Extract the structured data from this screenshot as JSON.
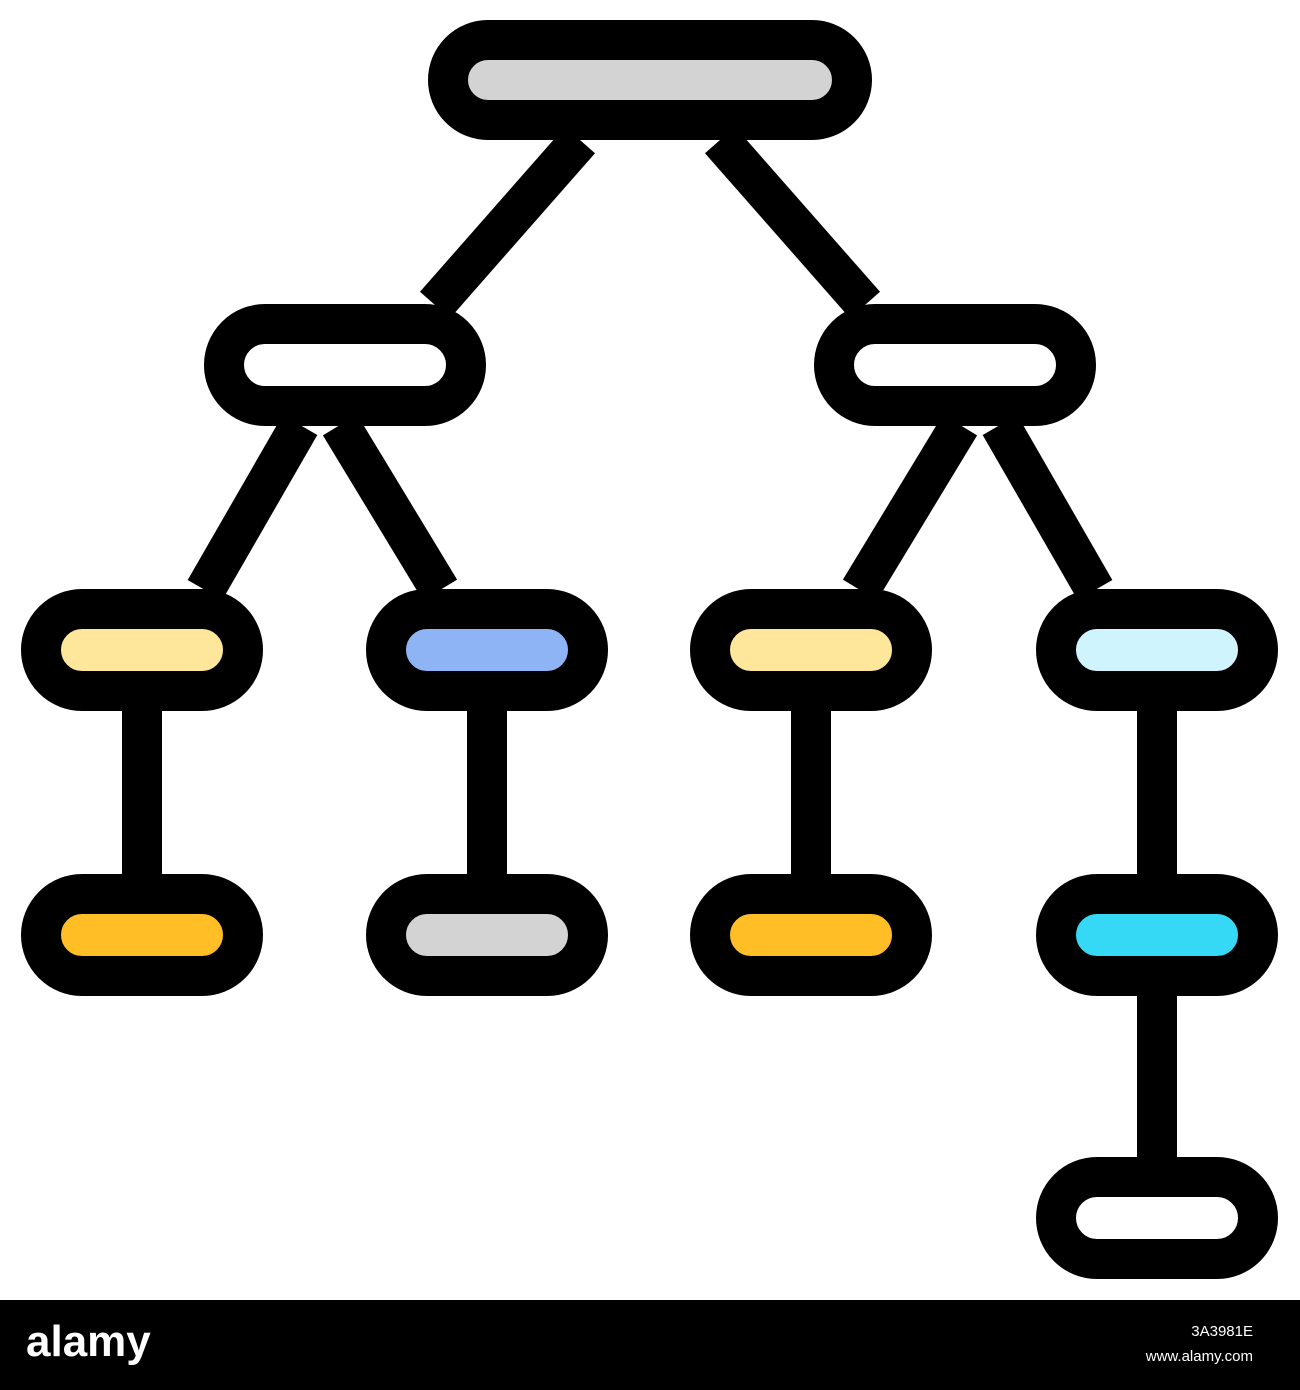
{
  "icon": {
    "name": "hierarchy-tree-icon",
    "outline_color": "#000000",
    "nodes": [
      {
        "id": "root",
        "fill": "#d3d3d3"
      },
      {
        "id": "level1-left",
        "fill": "#ffffff"
      },
      {
        "id": "level1-right",
        "fill": "#ffffff"
      },
      {
        "id": "level2-a",
        "fill": "#fee79b"
      },
      {
        "id": "level2-b",
        "fill": "#8fb4f5"
      },
      {
        "id": "level2-c",
        "fill": "#fee79b"
      },
      {
        "id": "level2-d",
        "fill": "#d0f4fd"
      },
      {
        "id": "level3-a",
        "fill": "#ffbd26"
      },
      {
        "id": "level3-b",
        "fill": "#d3d3d3"
      },
      {
        "id": "level3-c",
        "fill": "#ffbd26"
      },
      {
        "id": "level3-d",
        "fill": "#35d8f5"
      },
      {
        "id": "level4-d",
        "fill": "#ffffff"
      }
    ],
    "edges": [
      [
        "root",
        "level1-left"
      ],
      [
        "root",
        "level1-right"
      ],
      [
        "level1-left",
        "level2-a"
      ],
      [
        "level1-left",
        "level2-b"
      ],
      [
        "level1-right",
        "level2-c"
      ],
      [
        "level1-right",
        "level2-d"
      ],
      [
        "level2-a",
        "level3-a"
      ],
      [
        "level2-b",
        "level3-b"
      ],
      [
        "level2-c",
        "level3-c"
      ],
      [
        "level2-d",
        "level3-d"
      ],
      [
        "level3-d",
        "level4-d"
      ]
    ]
  },
  "watermark_banner": {
    "brand": "alamy",
    "image_id": "3A3981E",
    "site": "www.alamy.com",
    "background": "#000000",
    "text_color": "#ffffff"
  }
}
